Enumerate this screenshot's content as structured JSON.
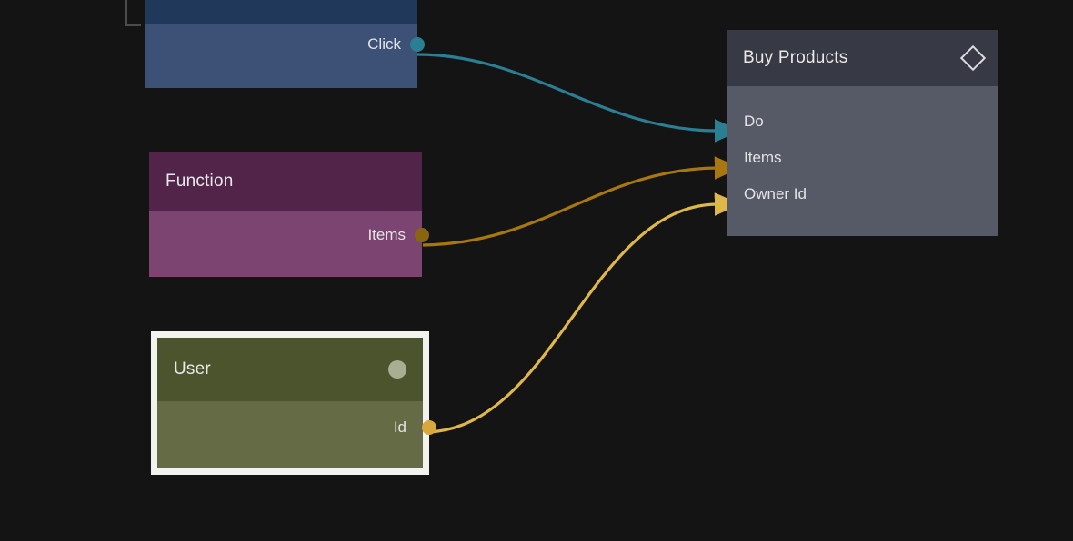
{
  "canvas": {
    "background_color": "#141414",
    "corner_bracket_color": "#4c4c4c"
  },
  "nodes": [
    {
      "id": "event",
      "title": "",
      "header_color": "#20395a",
      "body_color": "#3d5075",
      "selected": false,
      "clipped_top": true,
      "outputs": [
        {
          "label": "Click",
          "color": "#2b7f93"
        }
      ],
      "inputs": []
    },
    {
      "id": "function",
      "title": "Function",
      "header_color": "#52244a",
      "body_color": "#7c4470",
      "selected": false,
      "outputs": [
        {
          "label": "Items",
          "color": "#8a6510"
        }
      ],
      "inputs": []
    },
    {
      "id": "user",
      "title": "User",
      "header_color": "#4b542c",
      "body_color": "#656b44",
      "selected": true,
      "header_icon": "circle-icon",
      "outputs": [
        {
          "label": "Id",
          "color": "#d9a83c"
        }
      ],
      "inputs": []
    },
    {
      "id": "buy-products",
      "title": "Buy Products",
      "header_color": "#373a44",
      "body_color": "#565a66",
      "selected": false,
      "header_icon": "diamond-icon",
      "outputs": [],
      "inputs": [
        {
          "label": "Do",
          "color": "#2b7f93"
        },
        {
          "label": "Items",
          "color": "#a8780f"
        },
        {
          "label": "Owner Id",
          "color": "#e0b74a"
        }
      ]
    }
  ],
  "connections": [
    {
      "from": "event.Click",
      "to": "buy-products.Do",
      "color": "#2b7f93"
    },
    {
      "from": "function.Items",
      "to": "buy-products.Items",
      "color": "#a8780f"
    },
    {
      "from": "user.Id",
      "to": "buy-products.Owner Id",
      "color": "#e0b74a"
    }
  ]
}
